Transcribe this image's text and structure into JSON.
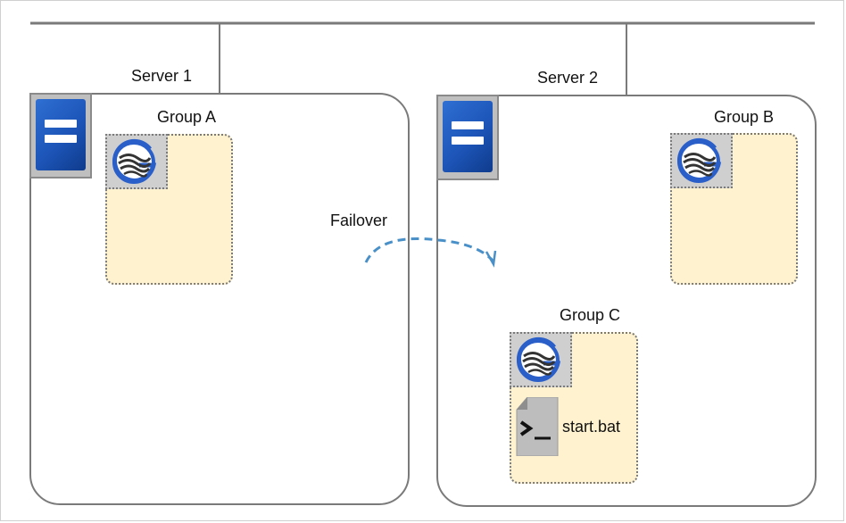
{
  "servers": [
    {
      "name": "Server 1",
      "icon": "server-icon"
    },
    {
      "name": "Server 2",
      "icon": "server-icon"
    }
  ],
  "groups": [
    {
      "name": "Group A",
      "resource_icon": "group-resource-icon"
    },
    {
      "name": "Group B",
      "resource_icon": "group-resource-icon"
    },
    {
      "name": "Group C",
      "resource_icon": "group-resource-icon",
      "script": {
        "name": "start.bat",
        "icon": "script-file-icon"
      }
    }
  ],
  "transition": {
    "label": "Failover",
    "color": "#4a90c8"
  },
  "colors": {
    "server_blue": "#1d55b8",
    "group_fill": "#fff2cf",
    "line": "#7a7a7a"
  }
}
